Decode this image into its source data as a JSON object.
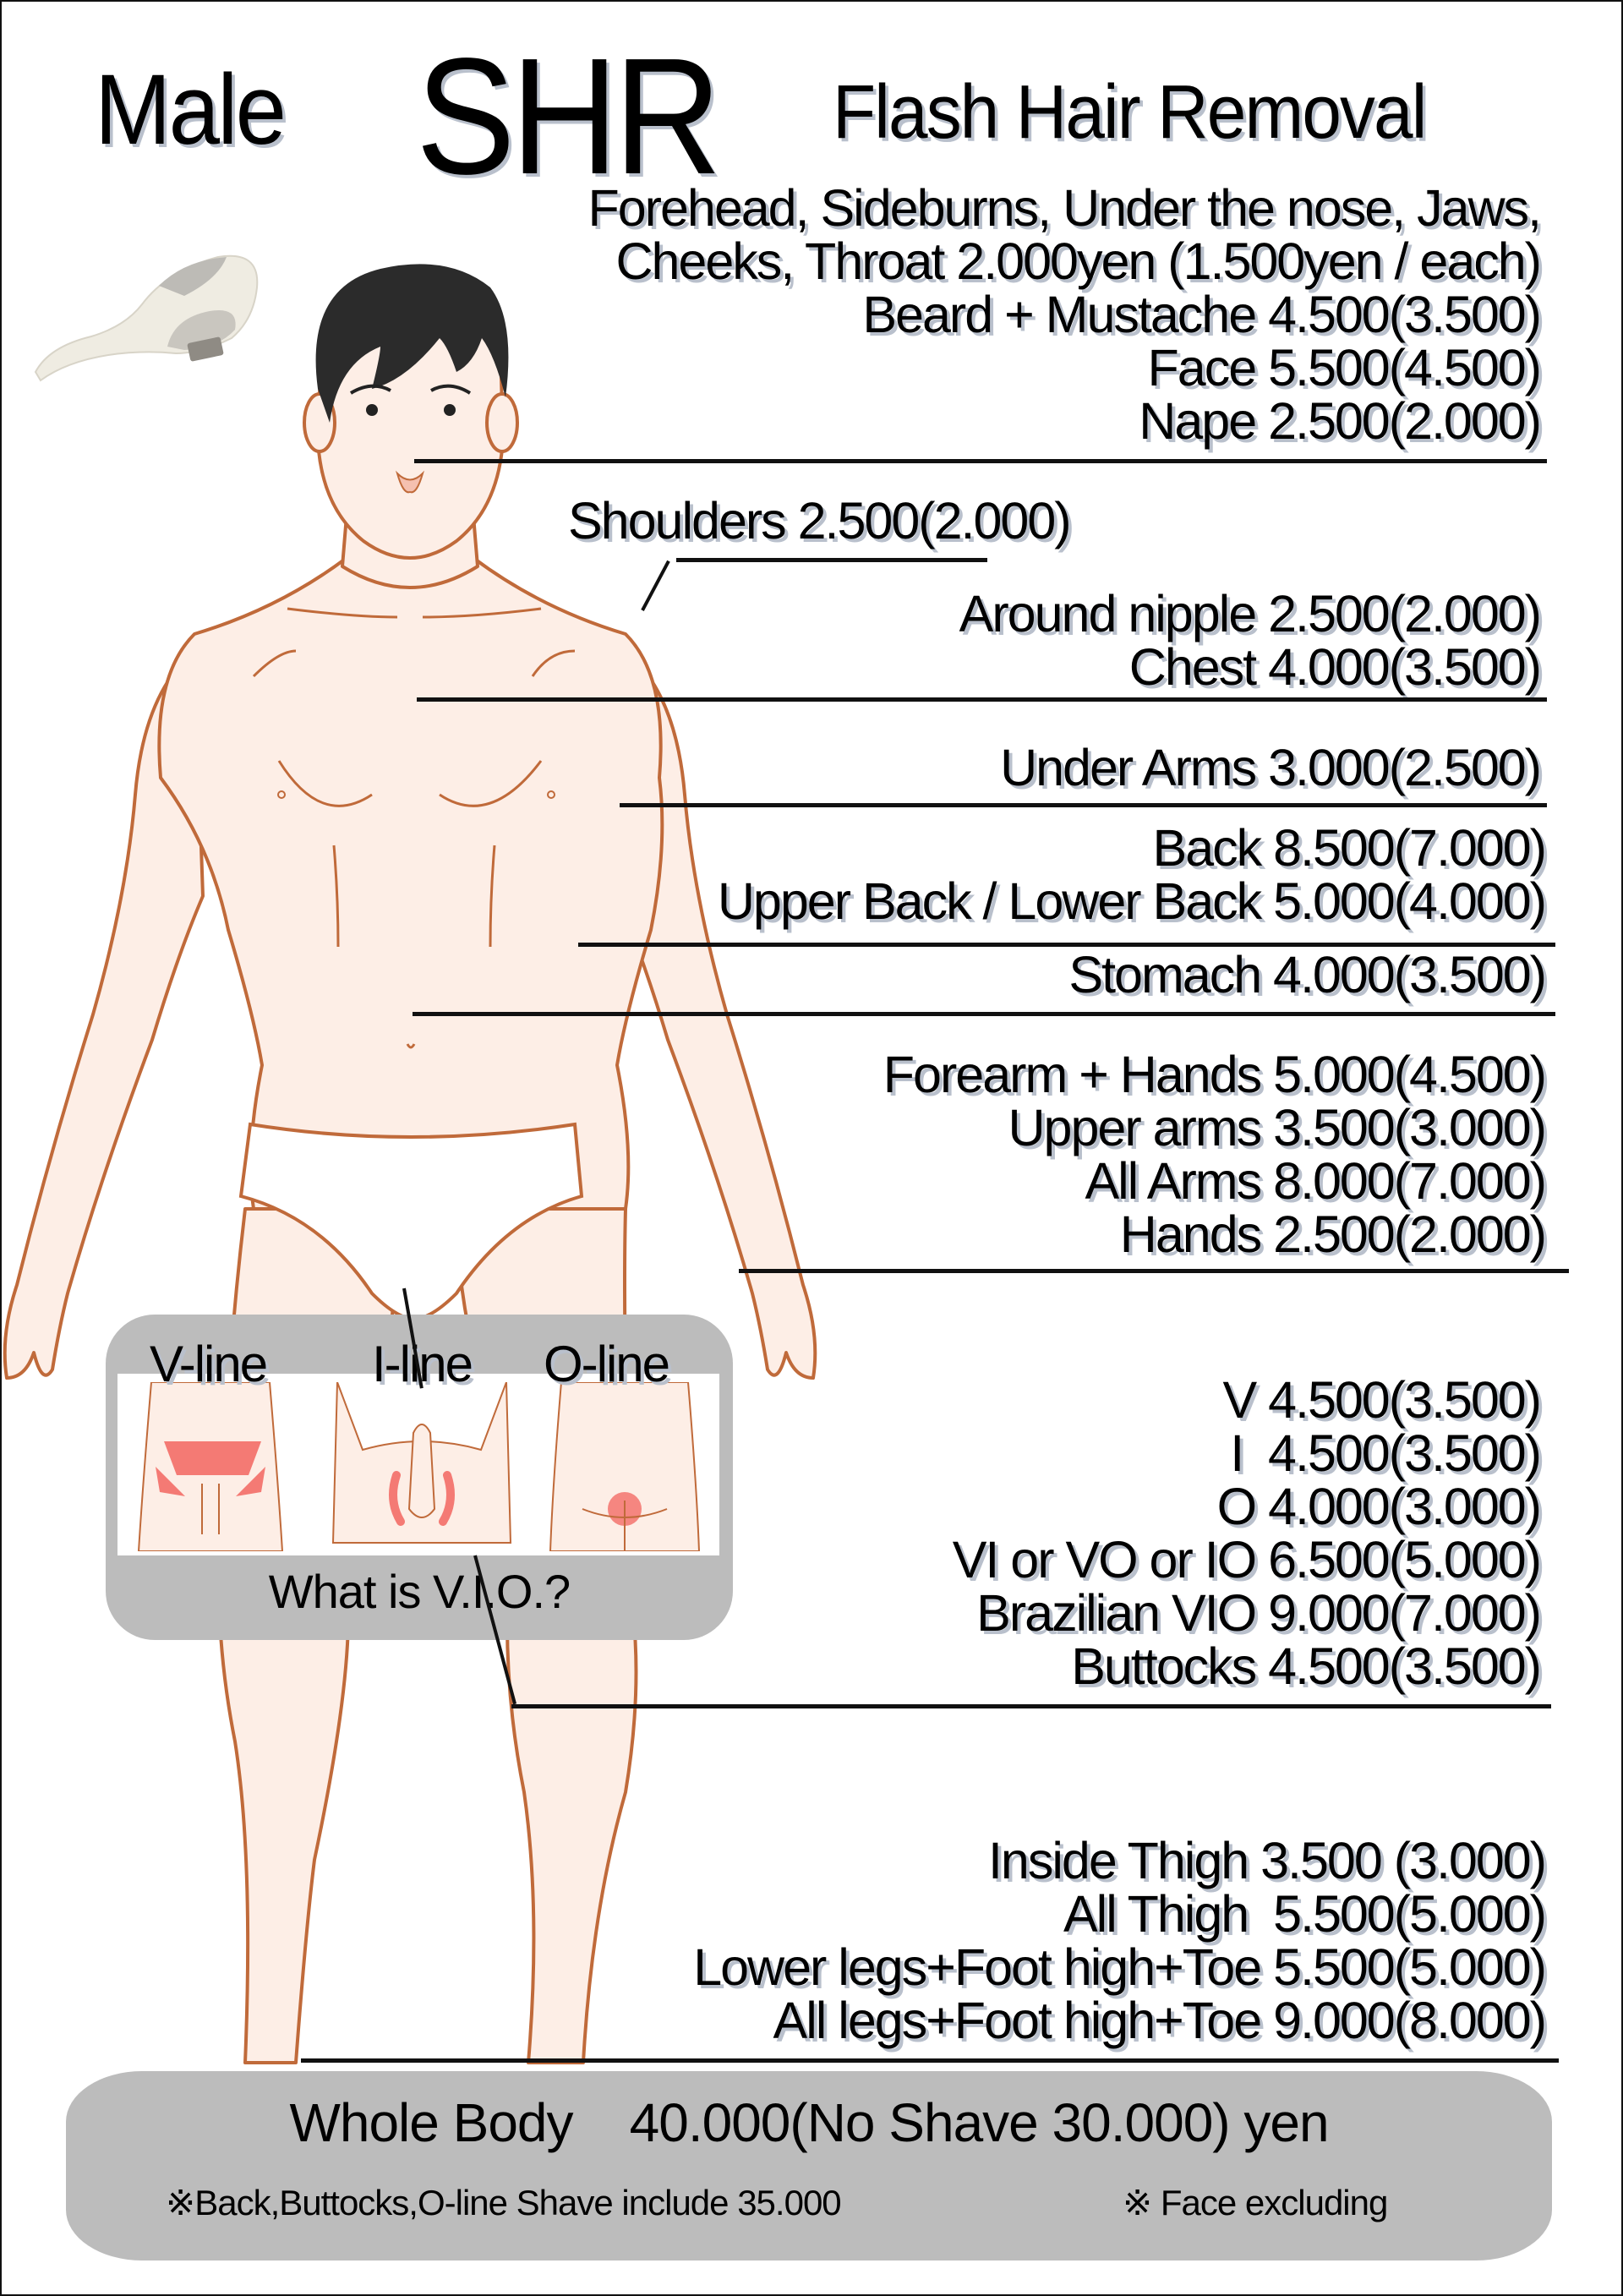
{
  "header": {
    "male": "Male",
    "shr": "SHR",
    "subtitle": "Flash Hair Removal"
  },
  "sections": {
    "face": {
      "lines": [
        "Forehead, Sideburns, Under the nose, Jaws,",
        "Cheeks, Throat 2.000yen (1.500yen / each)",
        "Beard + Mustache 4.500(3.500)",
        "Face 5.500(4.500)",
        "Nape 2.500(2.000)"
      ]
    },
    "shoulders": {
      "lines": [
        "Shoulders 2.500(2.000)"
      ]
    },
    "chest": {
      "lines": [
        "Around nipple 2.500(2.000)",
        "Chest 4.000(3.500)"
      ]
    },
    "underarms": {
      "lines": [
        "Under Arms 3.000(2.500)"
      ]
    },
    "back": {
      "lines": [
        "Back 8.500(7.000)",
        "Upper Back / Lower Back 5.000(4.000)"
      ]
    },
    "stomach": {
      "lines": [
        "Stomach 4.000(3.500)"
      ]
    },
    "arms": {
      "lines": [
        "Forearm + Hands 5.000(4.500)",
        "Upper arms 3.500(3.000)",
        "All Arms 8.000(7.000)",
        "Hands 2.500(2.000)"
      ]
    },
    "vio": {
      "lines": [
        "V 4.500(3.500)",
        "I  4.500(3.500)",
        "O 4.000(3.000)",
        "VI or VO or IO 6.500(5.000)",
        "Brazilian VIO 9.000(7.000)",
        "Buttocks 4.500(3.500)"
      ]
    },
    "legs": {
      "lines": [
        "Inside Thigh 3.500 (3.000)",
        "All Thigh  5.500(5.000)",
        "Lower legs+Foot high+Toe 5.500(5.000)",
        "All legs+Foot high+Toe 9.000(8.000)"
      ]
    }
  },
  "vio_box": {
    "labels": [
      "V-line",
      "I-line",
      "O-line"
    ],
    "question": "What is V.I.O.?"
  },
  "whole_body": {
    "main": "Whole Body    40.000(No Shave 30.000) yen",
    "note_left": "※Back,Buttocks,O-line Shave include 35.000",
    "note_right": "※ Face excluding"
  },
  "colors": {
    "skin": "#fdeee6",
    "outline": "#c06a3a",
    "hair": "#2b2b2b",
    "highlight": "#f47a74",
    "box_gray": "#bcbcbc"
  }
}
